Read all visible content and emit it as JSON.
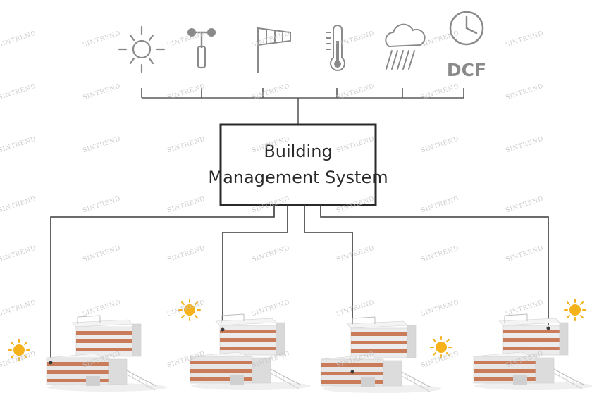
{
  "system_box": {
    "line1": "Building",
    "line2": "Management System"
  },
  "sensors": [
    {
      "icon": "sun-icon"
    },
    {
      "icon": "anemometer-icon"
    },
    {
      "icon": "windsock-icon"
    },
    {
      "icon": "thermometer-icon"
    },
    {
      "icon": "rain-cloud-icon"
    },
    {
      "icon": "clock-icon",
      "label": "DCF"
    }
  ],
  "buildings": [
    {
      "icon": "building-icon",
      "sun": "sun-icon"
    },
    {
      "icon": "building-icon",
      "sun": "sun-icon"
    },
    {
      "icon": "building-icon",
      "sun": "sun-icon"
    },
    {
      "icon": "building-icon",
      "sun": "sun-icon"
    }
  ],
  "watermark": "SINTREND",
  "colors": {
    "line": "#3a3a3a",
    "icon": "#8a8a8a",
    "sun": "#f5b21b",
    "brick": "#c97b5a",
    "wall": "#e8e8e8"
  }
}
